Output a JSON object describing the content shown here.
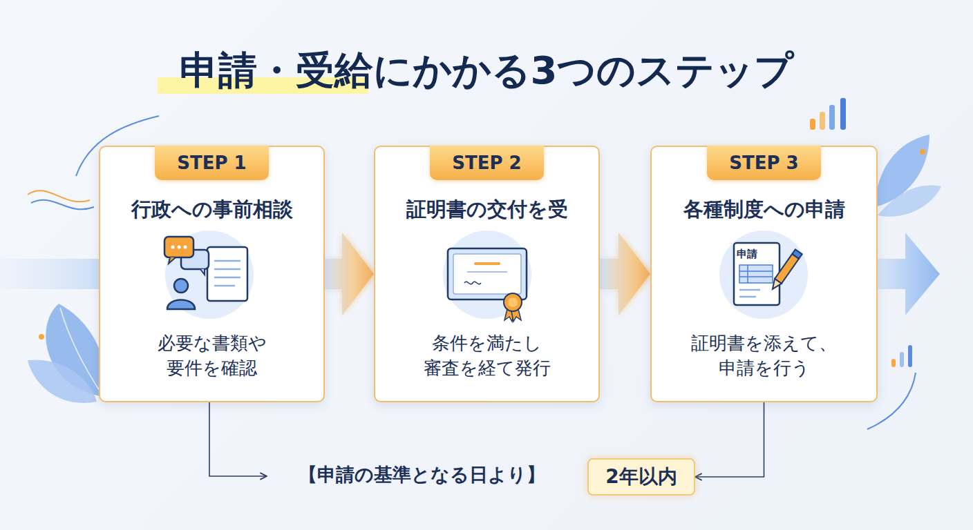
{
  "diagram": {
    "title": "申請・受給にかかる3つのステップ",
    "nodes": [
      {
        "text": [
          "行政への事前相談",
          "必要な書類や 要件を確認"
        ]
      },
      {
        "text": [
          "STEP 1"
        ],
        "in": 0
      },
      {
        "text": [
          "証明書の交付を受",
          "条件を満たし 審査を経て発行"
        ]
      },
      {
        "text": [
          "STEP 2"
        ],
        "in": 2
      },
      {
        "text": [
          "各種制度への申請",
          "証明書を添えて、 申請を行う"
        ]
      },
      {
        "text": [
          "STEP 3"
        ],
        "in": 4
      },
      {
        "text": [
          "2年以内"
        ]
      }
    ],
    "edges": [
      {
        "from": 0,
        "to": 2,
        "arrow": "to"
      },
      {
        "from": 2,
        "to": 4,
        "arrow": "to"
      },
      {
        "from": 4,
        "to": 6,
        "arrow": "to"
      }
    ],
    "labels": [
      "申請",
      "【申請の基準となる日より】"
    ]
  }
}
